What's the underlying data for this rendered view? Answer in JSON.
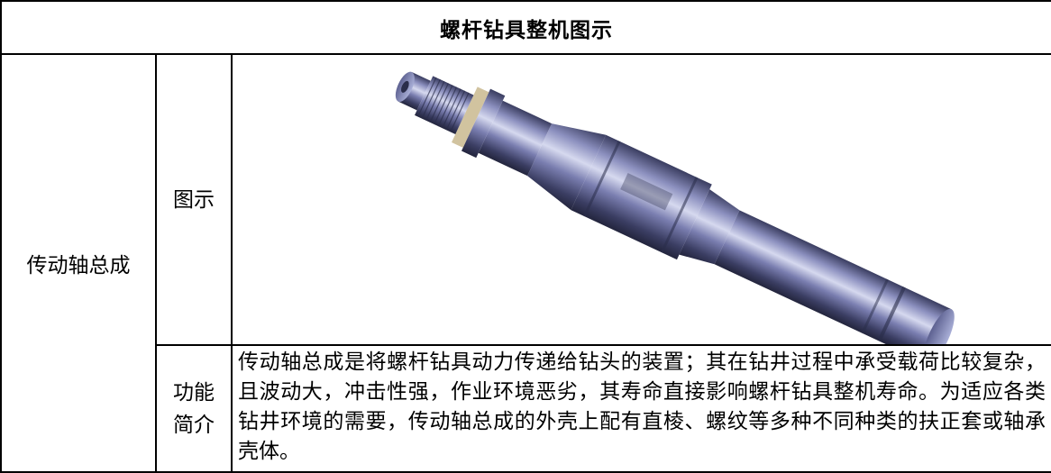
{
  "document": {
    "title": "螺杆钻具整机图示",
    "section_label": "传动轴总成",
    "figure_label": "图示",
    "function_label_line1": "功能",
    "function_label_line2": "简介",
    "description": "传动轴总成是将螺杆钻具动力传递给钻头的装置；其在钻井过程中承受载荷比较复杂，且波动大，冲击性强，作业环境恶劣，其寿命直接影响螺杆钻具整机寿命。为适应各类钻井环境的需要，传动轴总成的外壳上配有直棱、螺纹等多种不同种类的扶正套或轴承壳体。"
  },
  "illustration": {
    "subject": "drive-shaft-assembly-3d-render",
    "colors": {
      "body_dark": "#2a2d4a",
      "body_mid": "#6f73a3",
      "body_light": "#c8cbe6",
      "highlight": "#eef0fb"
    }
  }
}
